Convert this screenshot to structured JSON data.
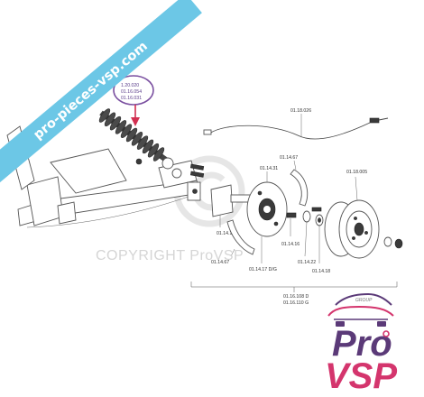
{
  "banner": {
    "text": "pro-pieces-vsp.com",
    "color": "#6cc7e6"
  },
  "watermark": {
    "text": "COPYRIGHT ProVSP"
  },
  "callout": {
    "codes": [
      "1.20.020",
      "01.16.054",
      "01.16.031"
    ],
    "color": "#7a4fa0"
  },
  "labels": {
    "cable": "01.18.026",
    "disc": "01.14.31",
    "shoe_top": "01.14.67",
    "drum": "01.18.005",
    "stub": "01.14.19",
    "shoe_bottom": "01.14.67",
    "backplate": "01.14.17 D/G",
    "pin": "01.14.16",
    "washer": "01.14.22",
    "nut": "01.14.18",
    "kit_d": "01.16.108 D",
    "kit_g": "01.16.110 G"
  },
  "logo": {
    "group": "GROUP",
    "pro": "Pro",
    "vsp": "VSP",
    "pro_color": "#5b3a78",
    "vsp_color": "#d4356d"
  }
}
